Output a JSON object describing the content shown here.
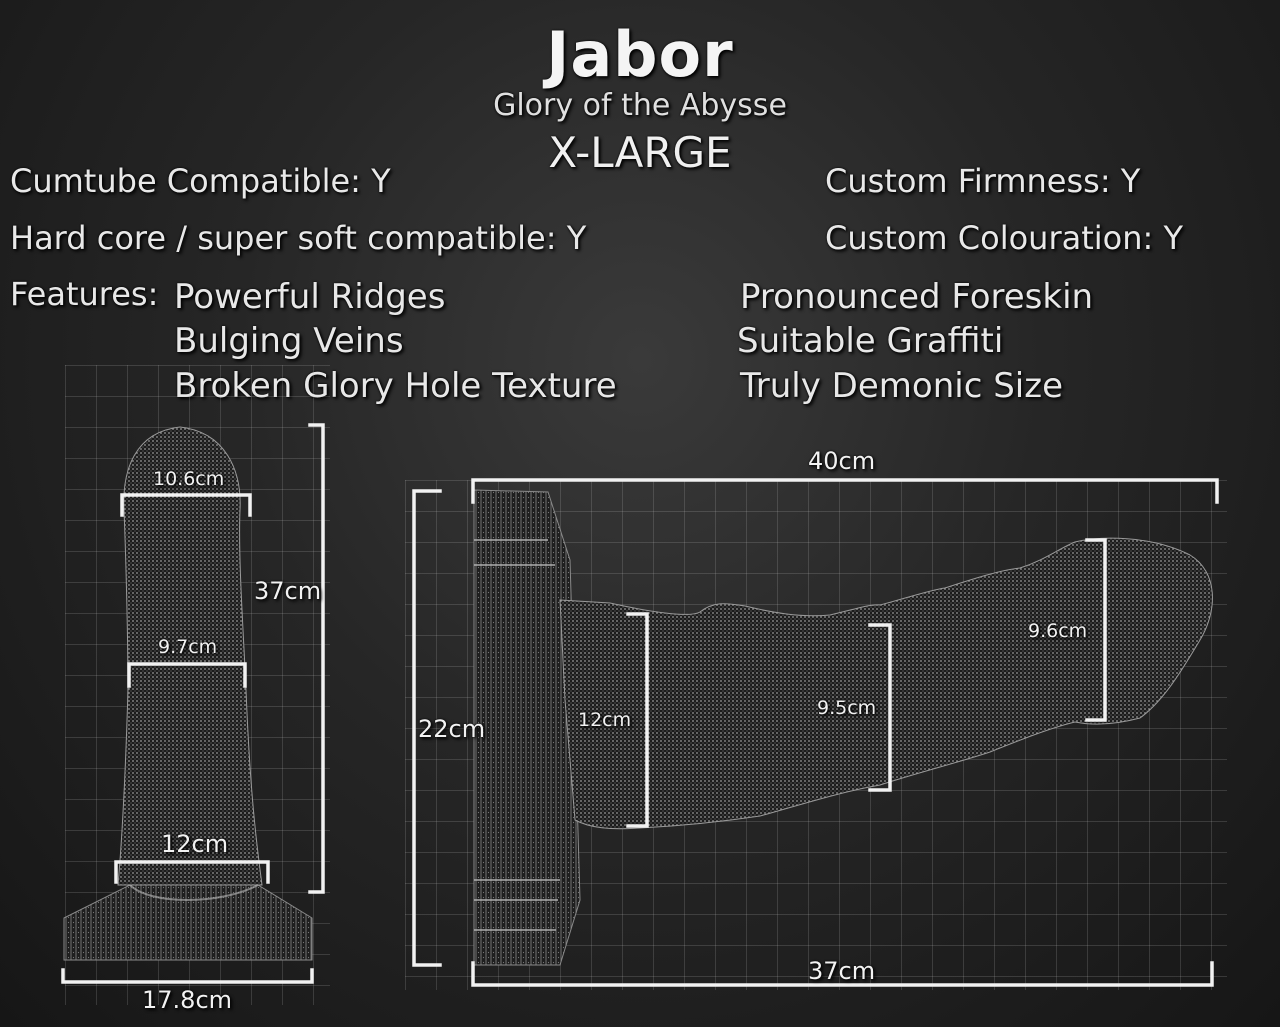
{
  "header": {
    "title": "Jabor",
    "subtitle": "Glory of the Abysse",
    "size": "X-LARGE"
  },
  "specs": {
    "cumtube": "Cumtube Compatible: Y",
    "hardcore": "Hard core / super soft compatible: Y",
    "firmness": "Custom Firmness: Y",
    "colouration": "Custom Colouration: Y"
  },
  "features": {
    "label": "Features:",
    "items": [
      "Powerful Ridges",
      "Bulging Veins",
      "Broken Glory Hole Texture",
      "Pronounced Foreskin",
      "Suitable Graffiti",
      "Truly Demonic Size"
    ]
  },
  "front_view": {
    "tip_width": "10.6cm",
    "mid_width": "9.7cm",
    "base_width": "12cm",
    "length": "37cm",
    "foot_width": "17.8cm"
  },
  "side_view": {
    "overall_length": "40cm",
    "shaft_length": "37cm",
    "height": "22cm",
    "base_height": "12cm",
    "mid_height": "9.5cm",
    "head_height": "9.6cm"
  },
  "colors": {
    "background": "#1e1e1e",
    "text": "#ececec",
    "model": "#8a8a8a"
  }
}
